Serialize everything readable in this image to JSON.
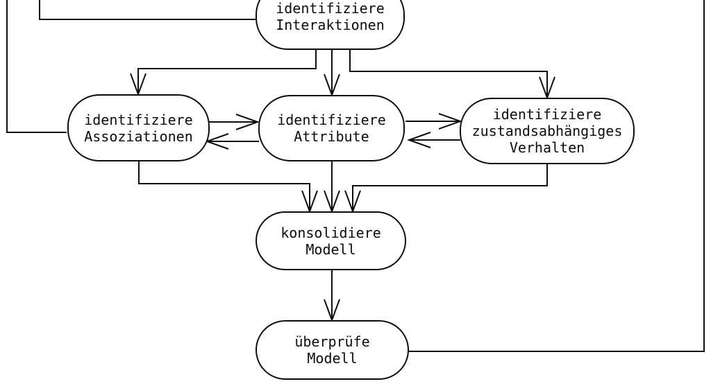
{
  "canvas": {
    "background_color": "#ffffff",
    "line_color": "#0d0d0d",
    "text_color": "#0d0d0d"
  },
  "nodes": {
    "interaktionen": {
      "label": "identifiziere\nInteraktionen"
    },
    "assoziationen": {
      "label": "identifiziere\nAssoziationen"
    },
    "attribute": {
      "label": "identifiziere\nAttribute"
    },
    "verhalten": {
      "label": "identifiziere\nzustandsabhängiges\nVerhalten"
    },
    "konsolidiere": {
      "label": "konsolidiere\nModell"
    },
    "ueberpruefe": {
      "label": "überprüfe\nModell"
    }
  },
  "edges": [
    {
      "from": "offscreen-top",
      "to": "identifiziere-assoziationen",
      "arrowhead": false
    },
    {
      "from": "offscreen-top",
      "to": "identifiziere-interaktionen",
      "arrowhead": false
    },
    {
      "from": "identifiziere-interaktionen",
      "to": "identifiziere-assoziationen",
      "arrowhead": true
    },
    {
      "from": "identifiziere-interaktionen",
      "to": "identifiziere-attribute",
      "arrowhead": true
    },
    {
      "from": "identifiziere-interaktionen",
      "to": "identifiziere-zustandsabhaengiges-verhalten",
      "arrowhead": true
    },
    {
      "from": "identifiziere-assoziationen",
      "to": "identifiziere-attribute",
      "arrowhead": true
    },
    {
      "from": "identifiziere-attribute",
      "to": "identifiziere-assoziationen",
      "arrowhead": true
    },
    {
      "from": "identifiziere-attribute",
      "to": "identifiziere-zustandsabhaengiges-verhalten",
      "arrowhead": true
    },
    {
      "from": "identifiziere-zustandsabhaengiges-verhalten",
      "to": "identifiziere-attribute",
      "arrowhead": true
    },
    {
      "from": "identifiziere-assoziationen",
      "to": "konsolidiere-modell",
      "arrowhead": true
    },
    {
      "from": "identifiziere-attribute",
      "to": "konsolidiere-modell",
      "arrowhead": true
    },
    {
      "from": "identifiziere-zustandsabhaengiges-verhalten",
      "to": "konsolidiere-modell",
      "arrowhead": true
    },
    {
      "from": "konsolidiere-modell",
      "to": "ueberpruefe-modell",
      "arrowhead": true
    },
    {
      "from": "ueberpruefe-modell",
      "to": "offscreen-top-right",
      "arrowhead": false
    }
  ]
}
